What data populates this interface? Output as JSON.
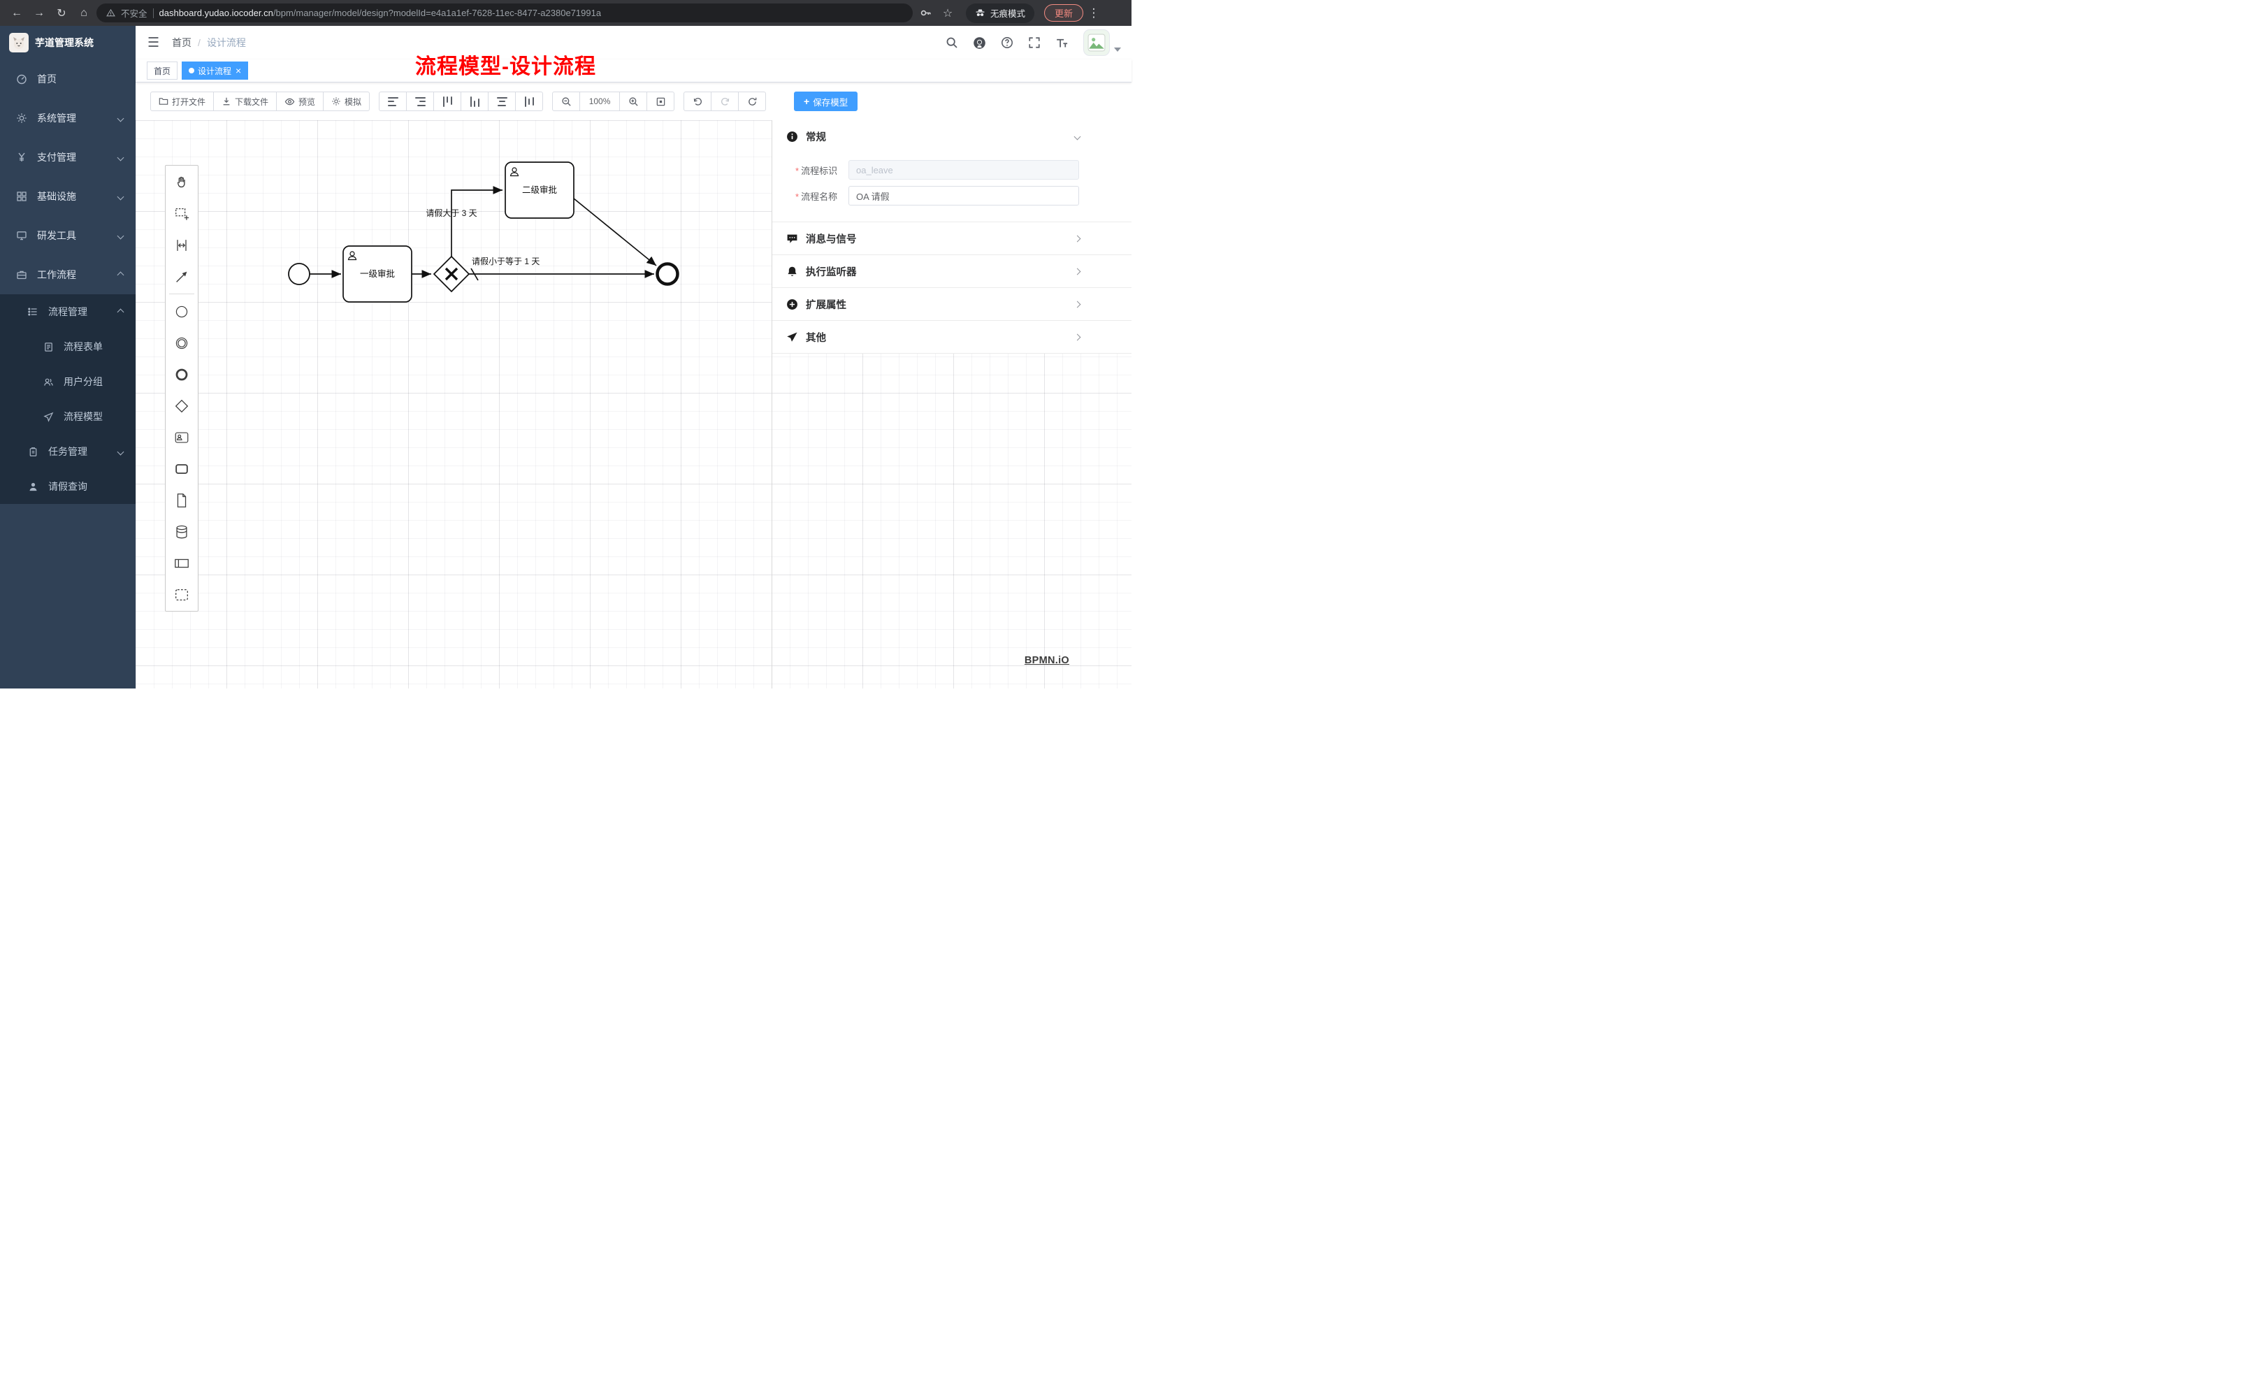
{
  "browser": {
    "security_label": "不安全",
    "url_domain": "dashboard.yudao.iocoder.cn",
    "url_path": "/bpm/manager/model/design?modelId=e4a1a1ef-7628-11ec-8477-a2380e71991a",
    "incognito_label": "无痕模式",
    "update_label": "更新"
  },
  "icons": {
    "back": "←",
    "forward": "→",
    "reload": "↻",
    "home": "⌂",
    "star": "☆",
    "menu_dots": "⋮",
    "hamburger": "☰",
    "close": "×",
    "plus": "+",
    "asterisk": "*"
  },
  "sidebar": {
    "title": "芋道管理系统",
    "items": [
      {
        "label": "首页"
      },
      {
        "label": "系统管理"
      },
      {
        "label": "支付管理"
      },
      {
        "label": "基础设施"
      },
      {
        "label": "研发工具"
      },
      {
        "label": "工作流程"
      },
      {
        "label": "流程管理"
      },
      {
        "label": "流程表单"
      },
      {
        "label": "用户分组"
      },
      {
        "label": "流程模型"
      },
      {
        "label": "任务管理"
      },
      {
        "label": "请假查询"
      }
    ]
  },
  "header": {
    "breadcrumb_home": "首页",
    "breadcrumb_sep": "/",
    "breadcrumb_current": "设计流程",
    "annotation": "流程模型-设计流程"
  },
  "tags": {
    "home": "首页",
    "current": "设计流程"
  },
  "toolbar": {
    "open": "打开文件",
    "download": "下载文件",
    "preview": "预览",
    "simulate": "模拟",
    "zoom_level": "100%",
    "save": "保存模型"
  },
  "panel": {
    "general_title": "常规",
    "process_key_label": "流程标识",
    "process_key_value": "oa_leave",
    "process_name_label": "流程名称",
    "process_name_value": "OA 请假",
    "section_message": "消息与信号",
    "section_listener": "执行监听器",
    "section_ext": "扩展属性",
    "section_other": "其他"
  },
  "diagram": {
    "task1": "一级审批",
    "task2": "二级审批",
    "flow_condition_gt": "请假大于 3 天",
    "flow_condition_lte": "请假小于等于 1 天",
    "watermark": "BPMN.iO"
  }
}
